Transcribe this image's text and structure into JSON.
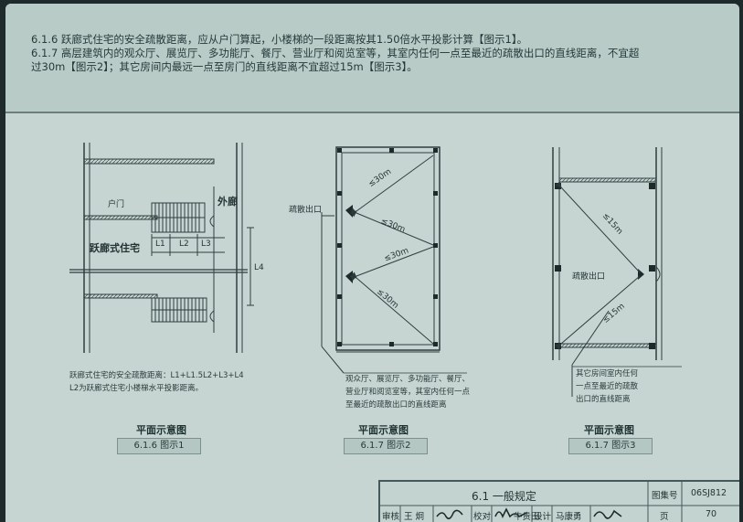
{
  "text": {
    "p1": "6.1.6  跃廊式住宅的安全疏散距离，应从户门算起，小楼梯的一段距离按其1.50倍水平投影计算【图示1】。",
    "p2": "6.1.7  高层建筑内的观众厅、展览厅、多功能厅、餐厅、营业厅和阅览室等，其室内任何一点至最近的疏散出口的直线距离，不宜超",
    "p3": "过30m【图示2】；其它房间内最远一点至房门的直线距离不宜超过15m【图示3】。"
  },
  "fig1": {
    "label_door": "户门",
    "label_corridor": "外廊",
    "label_type": "跃廊式住宅",
    "dims": [
      "L1",
      "L2",
      "L3",
      "L4"
    ],
    "note_lines": [
      "跃廊式住宅的安全疏散距离：L1+L1.5L2+L3+L4",
      "L2为跃廊式住宅小楼梯水平投影距离。"
    ],
    "caption": "平面示意图",
    "tag": "6.1.6  图示1"
  },
  "fig2": {
    "exit_label": "疏散出口",
    "dist": [
      "≤30m",
      "≤30m",
      "≤30m",
      "≤30m"
    ],
    "note_lines": [
      "观众厅、展览厅、多功能厅、餐厅、",
      "营业厅和阅览室等，其室内任何一点",
      "至最近的疏散出口的直线距离"
    ],
    "caption": "平面示意图",
    "tag": "6.1.7  图示2"
  },
  "fig3": {
    "exit_label": "疏散出口",
    "dist": [
      "≤15m",
      "≤15m"
    ],
    "note_lines": [
      "其它房间室内任何",
      "一点至最近的疏散",
      "出口的直线距离"
    ],
    "caption": "平面示意图",
    "tag": "6.1.7  图示3"
  },
  "title_block": {
    "section": "6.1   一般规定",
    "atlas_label": "图集号",
    "atlas_no": "06SJ812",
    "page_label": "页",
    "page_no": "70",
    "row": [
      "审核",
      "王 炯",
      "校对",
      "牛贵田",
      "设计",
      "马康勇"
    ]
  }
}
